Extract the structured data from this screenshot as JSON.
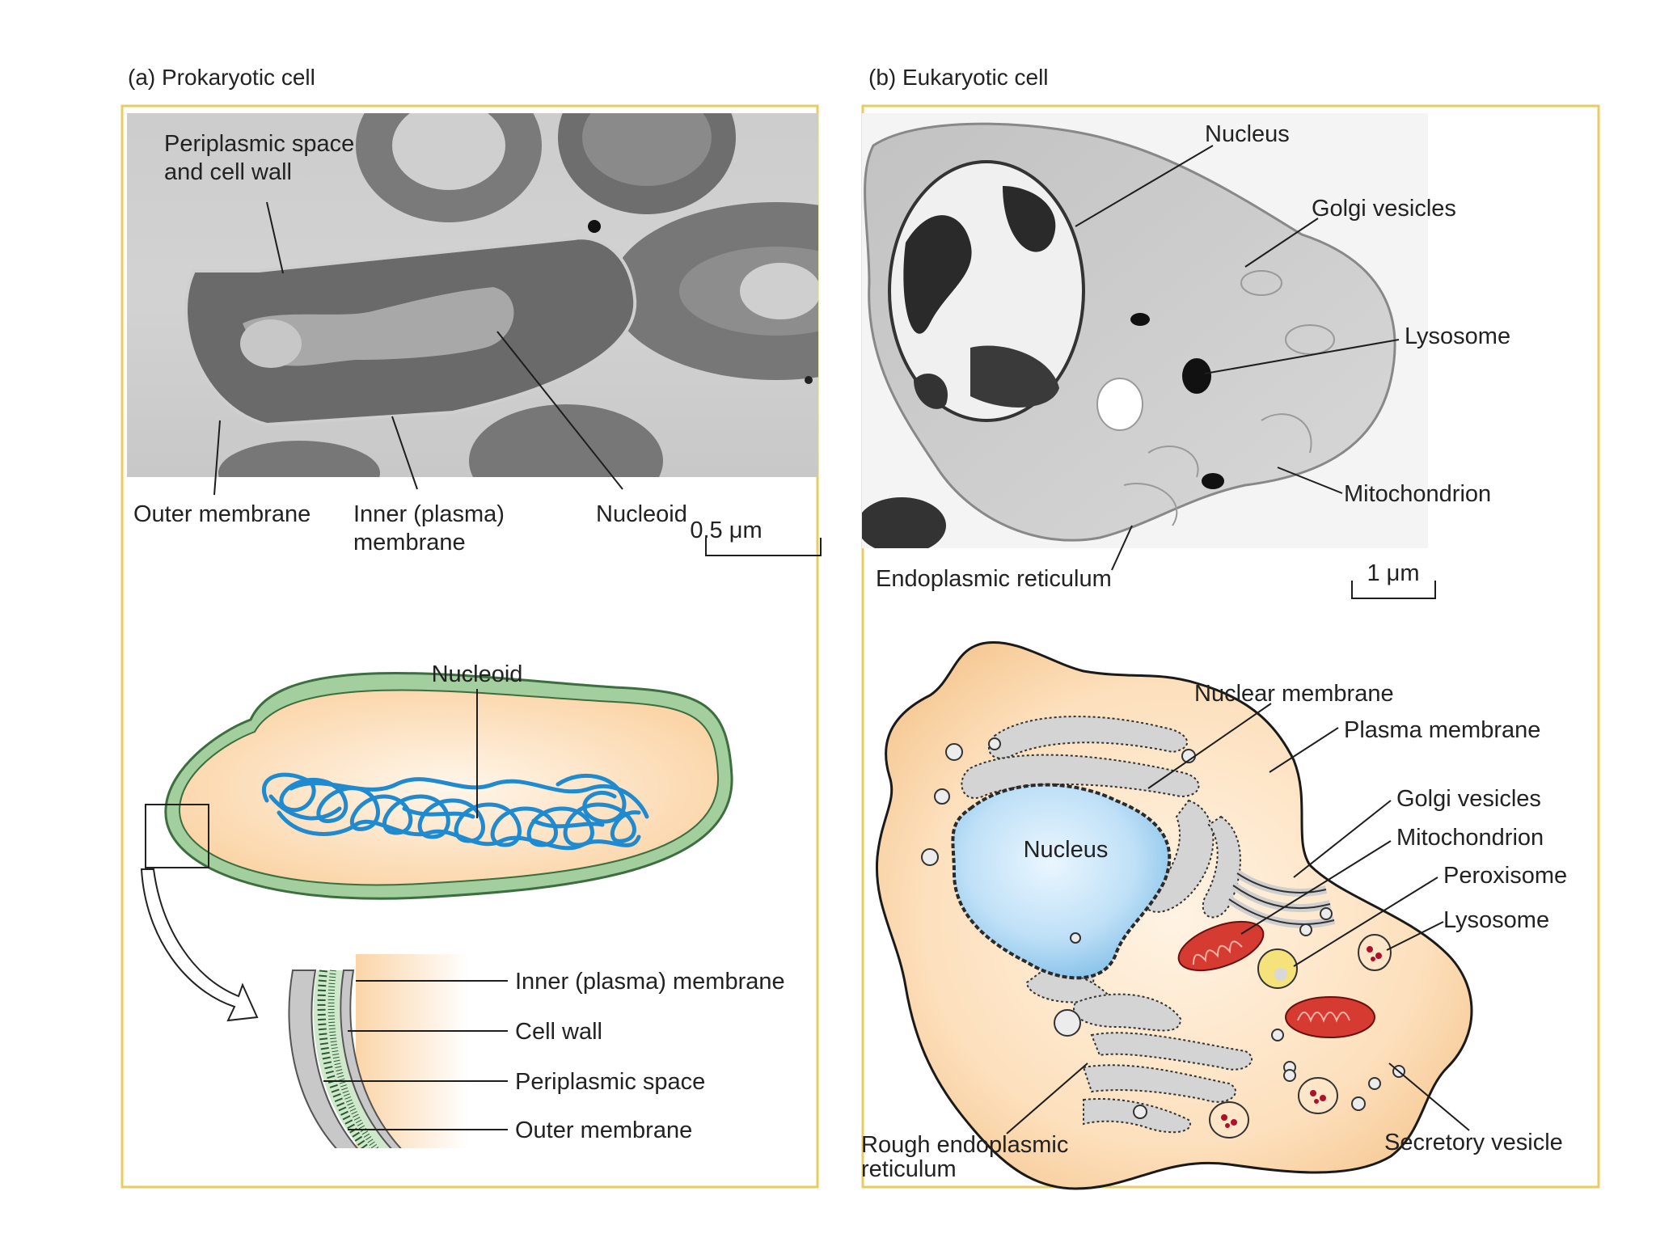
{
  "panel_a": {
    "title": "(a)  Prokaryotic cell",
    "micrograph_labels": {
      "periplasmic_1": "Periplasmic space",
      "periplasmic_2": "and cell wall",
      "outer_membrane": "Outer membrane",
      "inner_1": "Inner (plasma)",
      "inner_2": "membrane",
      "nucleoid": "Nucleoid",
      "scale": "0.5 μm"
    },
    "diagram_labels": {
      "nucleoid": "Nucleoid",
      "inner_membrane": "Inner (plasma) membrane",
      "cell_wall": "Cell wall",
      "periplasmic_space": "Periplasmic space",
      "outer_membrane": "Outer membrane"
    }
  },
  "panel_b": {
    "title": "(b)  Eukaryotic cell",
    "micrograph_labels": {
      "nucleus": "Nucleus",
      "golgi": "Golgi vesicles",
      "lysosome": "Lysosome",
      "mitochondrion": "Mitochondrion",
      "er": "Endoplasmic reticulum",
      "scale": "1 μm"
    },
    "diagram_labels": {
      "nuclear_membrane": "Nuclear membrane",
      "plasma_membrane": "Plasma membrane",
      "golgi": "Golgi vesicles",
      "mitochondrion": "Mitochondrion",
      "peroxisome": "Peroxisome",
      "lysosome": "Lysosome",
      "nucleus": "Nucleus",
      "rough_er_1": "Rough endoplasmic",
      "rough_er_2": "reticulum",
      "secretory": "Secretory vesicle"
    }
  },
  "colors": {
    "frame": "#e8cc62",
    "cytoplasm": "#fbd9b0",
    "prok_wall": "#9cc89a",
    "dna": "#1e88c8",
    "nucleus": "#a9d4f0",
    "er": "#d4d4d4",
    "mito": "#d63b32",
    "perox": "#f5e27a"
  }
}
